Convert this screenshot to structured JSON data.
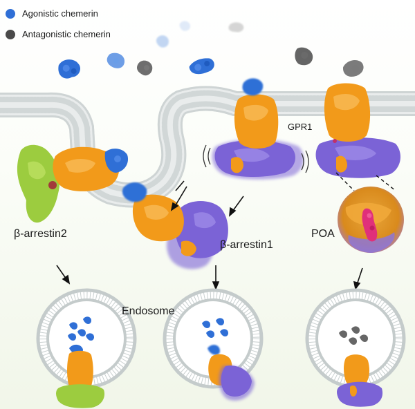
{
  "legend": {
    "agonist": {
      "label": "Agonistic chemerin",
      "color": "#2f6fd6"
    },
    "antagonist": {
      "label": "Antagonistic chemerin",
      "color": "#4a4a4a"
    }
  },
  "labels": {
    "receptor": "GPR1",
    "arrestin2": "β-arrestin2",
    "arrestin1": "β-arrestin1",
    "endosome": "Endosome",
    "pocket": "POA"
  },
  "colors": {
    "receptor": "#f29a1a",
    "arrestin1": "#7b63d6",
    "arrestin2": "#9ccc3f",
    "membrane": "#c9cfcf",
    "pocket_ligand": "#e0307a"
  }
}
